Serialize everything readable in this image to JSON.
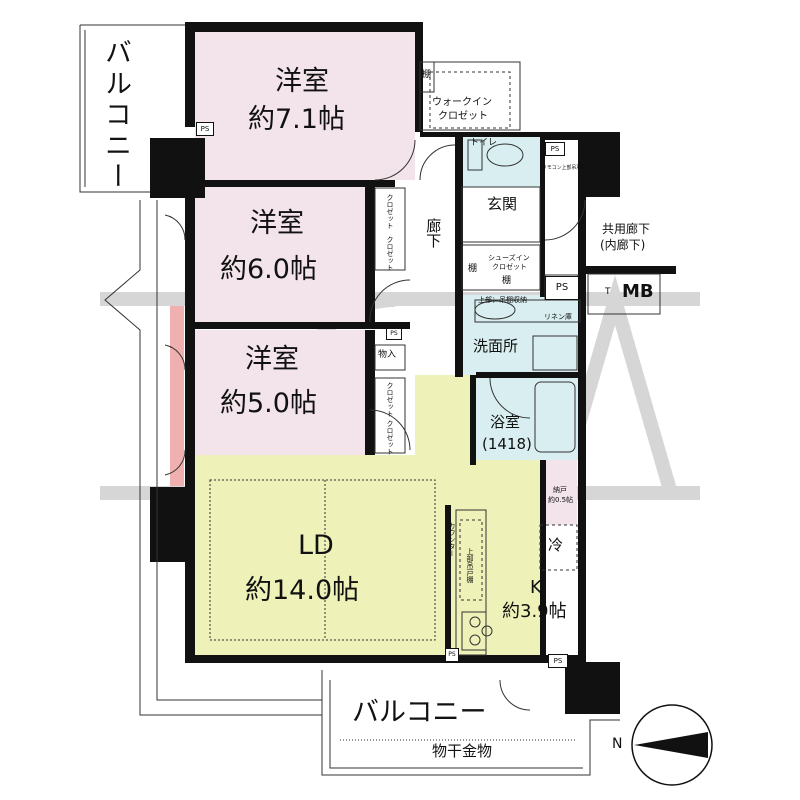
{
  "colors": {
    "bedroom_fill": "#f2e4ea",
    "living_fill": "#eef2b8",
    "utility_fill": "#d9eef0",
    "storage_fill": "#f2e4ea",
    "wall": "#111111",
    "watermark": "#cfcfcf",
    "watermark_accent": "#f0a0a0"
  },
  "rooms": {
    "bedroom1": {
      "name": "洋室",
      "size": "約7.1帖"
    },
    "bedroom2": {
      "name": "洋室",
      "size": "約6.0帖"
    },
    "bedroom3": {
      "name": "洋室",
      "size": "約5.0帖"
    },
    "ld": {
      "name": "LD",
      "size": "約14.0帖"
    },
    "kitchen": {
      "name": "K",
      "size": "約3.9帖"
    },
    "bath": {
      "name": "浴室",
      "size": "(1418)"
    },
    "washroom": {
      "name": "洗面所"
    },
    "entrance": {
      "name": "玄関"
    },
    "hallway": {
      "name": "廊下"
    },
    "toilet": {
      "name": "トイレ"
    },
    "walkin": {
      "line1": "ウォークイン",
      "line2": "クロゼット"
    },
    "shoes": {
      "line1": "シューズイン",
      "line2": "クロゼット"
    },
    "closet_small": {
      "name": "納戸",
      "size": "約0.5帖"
    }
  },
  "balconies": {
    "left": "バルコニー",
    "bottom": "バルコニー",
    "drying": "物干金物"
  },
  "labels": {
    "shelf": "棚",
    "shelf2": "棚",
    "shelf3": "棚",
    "closet": "クロゼット",
    "storage_in": "物入",
    "ps": "PS",
    "mb": "MB",
    "t": "T",
    "fridge": "冷",
    "counter": "カウンター",
    "upper_cabinet": "上部吊戸棚",
    "linen": "リネン庫",
    "washroom_upper": "上部：吊棚収納",
    "remote": "リモコン上部吊戸棚",
    "common_corridor_1": "共用廊下",
    "common_corridor_2": "(内廊下)"
  },
  "compass": {
    "north": "N"
  }
}
